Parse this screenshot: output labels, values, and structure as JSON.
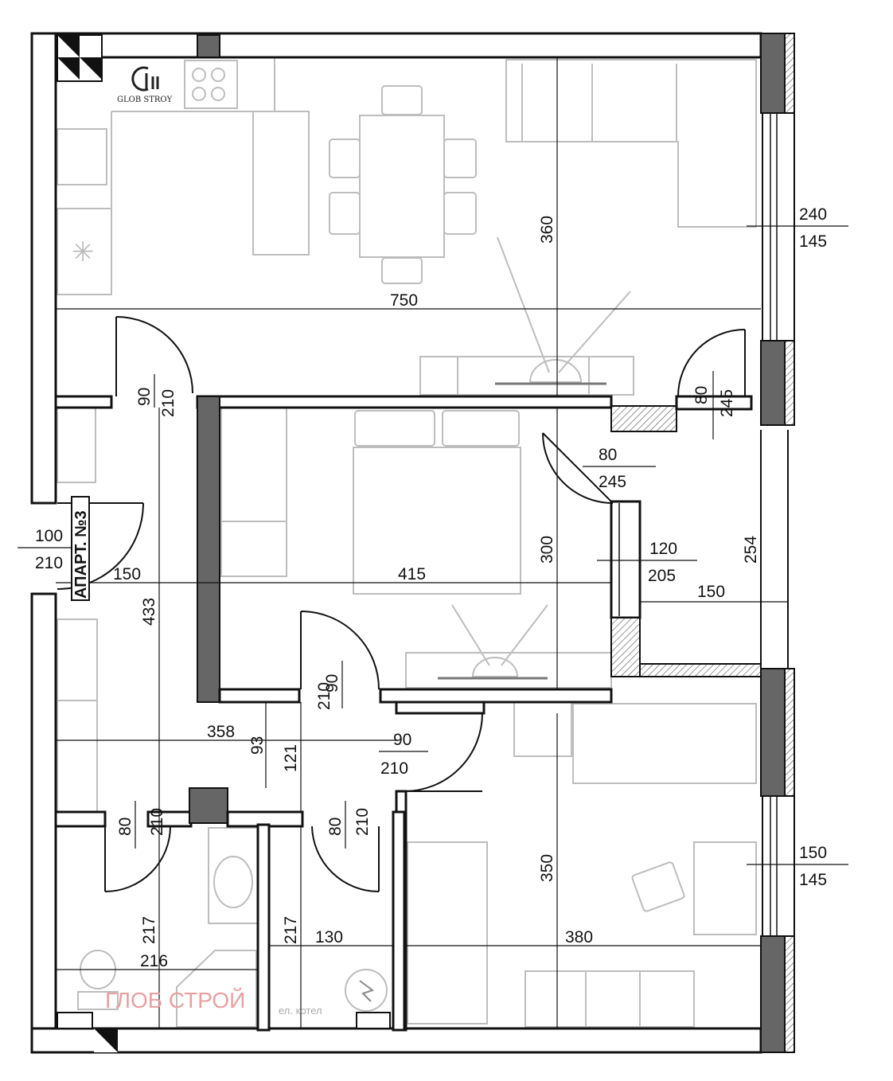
{
  "logo": {
    "brand_text": "GLOB STROY",
    "mark": "G"
  },
  "watermark": "ГЛОБ СТРОЙ",
  "apartment_label": "АПАРТ. №3",
  "boiler_label": "ел. котел",
  "dimensions": {
    "living_height": "360",
    "living_width": "750",
    "window_top_a": "240",
    "window_top_b": "145",
    "door_kitchen_a": "90",
    "door_kitchen_b": "210",
    "door_bal_a": "80",
    "door_bal_b": "245",
    "door_bed_a": "80",
    "door_bed_b": "245",
    "closet_a": "120",
    "closet_b": "205",
    "balcony_h": "254",
    "balcony_w": "150",
    "entry_a": "100",
    "entry_b": "210",
    "hall_w": "150",
    "bed_w": "415",
    "bed_h": "300",
    "hall_h": "433",
    "door_bed2_a": "90",
    "door_bed2_b": "210",
    "corr_w": "358",
    "corr_93": "93",
    "corr_121": "121",
    "door_room_a": "90",
    "door_room_b": "210",
    "door_bath_a": "80",
    "door_bath_b": "210",
    "door_wc_a": "80",
    "door_wc_b": "210",
    "room_h": "350",
    "window_bot_a": "150",
    "window_bot_b": "145",
    "bath_h": "217",
    "bath_w": "216",
    "wc_h": "217",
    "wc_w": "130",
    "room_w": "380"
  }
}
